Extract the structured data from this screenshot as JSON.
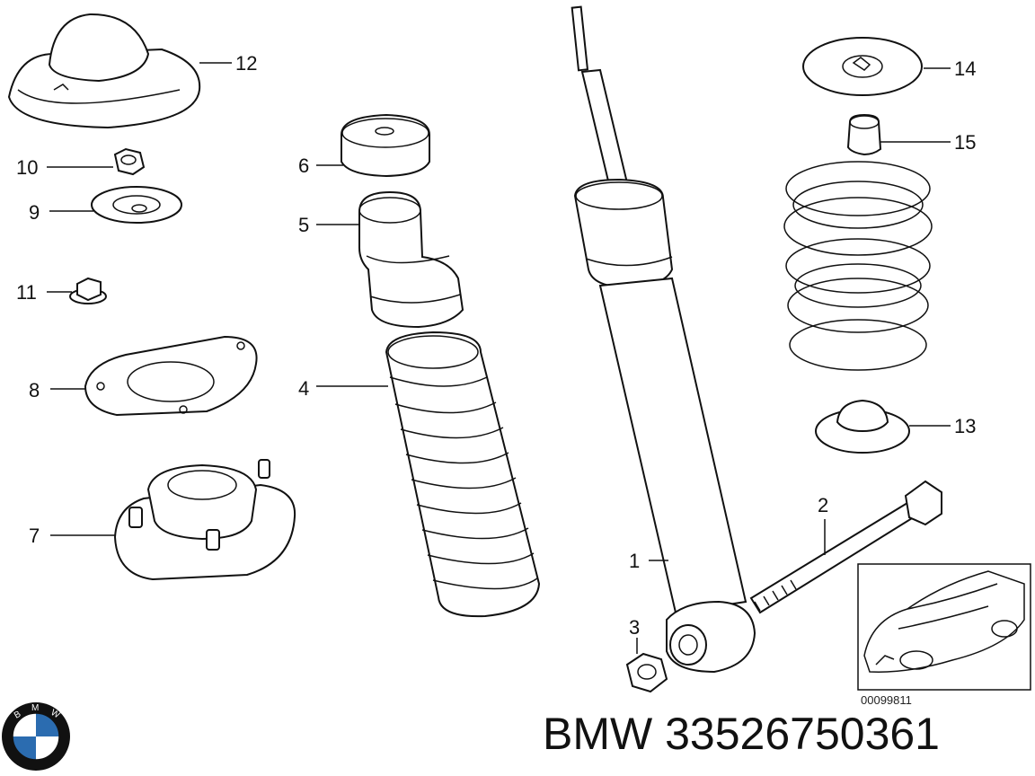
{
  "callouts": [
    "1",
    "2",
    "3",
    "4",
    "5",
    "6",
    "7",
    "8",
    "9",
    "10",
    "11",
    "12",
    "13",
    "14",
    "15"
  ],
  "diagram_code": "00099811",
  "logo": {
    "text": "BMW",
    "colors": {
      "blue": "#2b6cb0",
      "black": "#111111",
      "white": "#ffffff"
    }
  },
  "caption": {
    "brand": "BMW",
    "part_number": "33526750361"
  }
}
